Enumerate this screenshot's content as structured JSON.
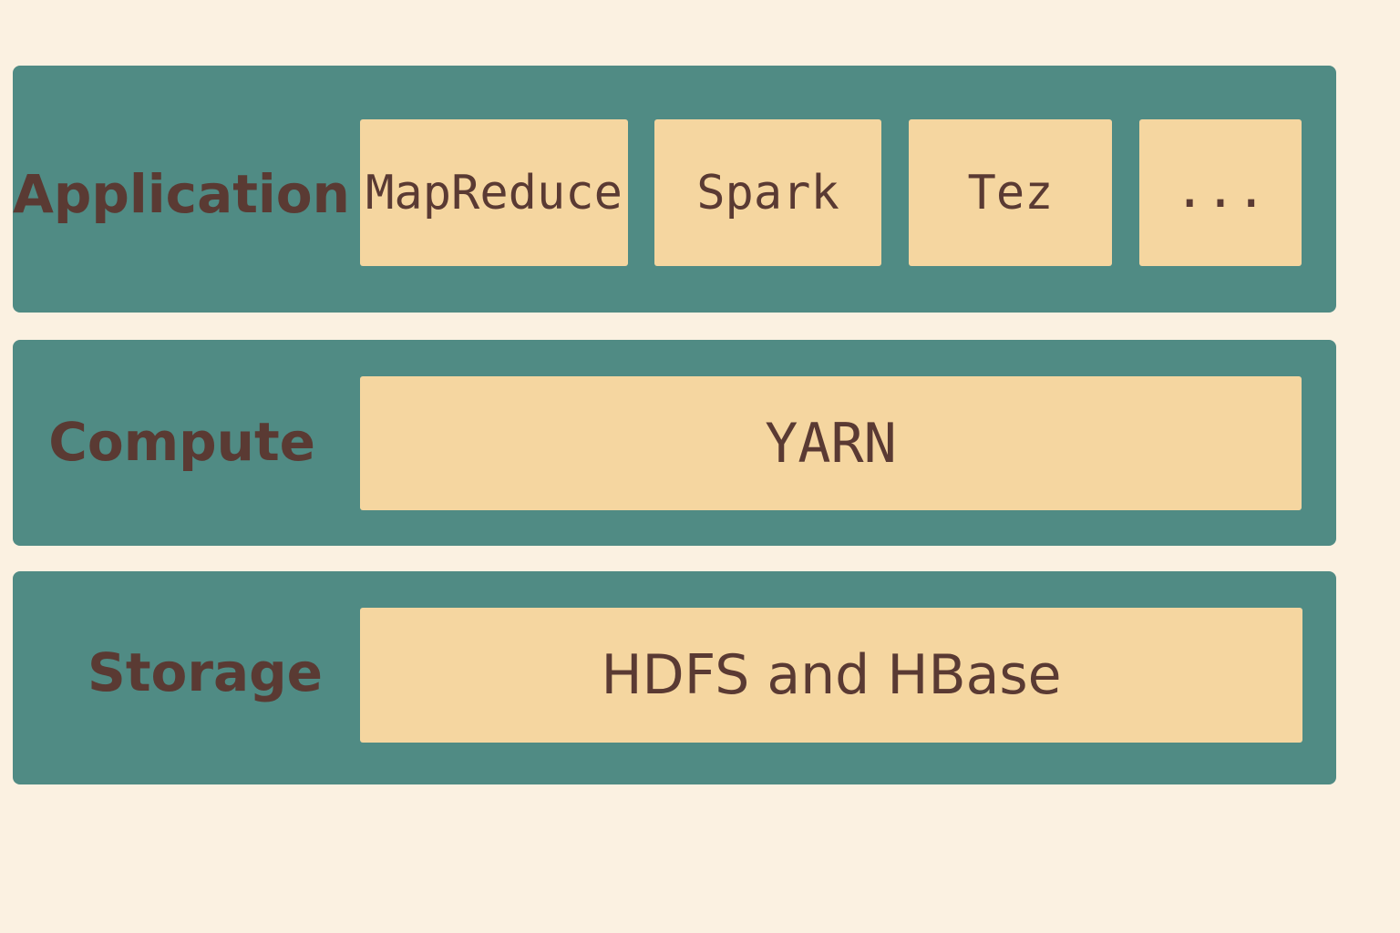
{
  "layers": {
    "application": {
      "label": "Application",
      "components": [
        "MapReduce",
        "Spark",
        "Tez",
        "..."
      ]
    },
    "compute": {
      "label": "Compute",
      "components": [
        "YARN"
      ]
    },
    "storage": {
      "label": "Storage",
      "components": [
        "HDFS and HBase"
      ]
    }
  },
  "colors": {
    "background": "#fbf1e1",
    "layer_fill": "#508b84",
    "component_fill": "#f5d6a0",
    "text": "#5a3a33"
  }
}
